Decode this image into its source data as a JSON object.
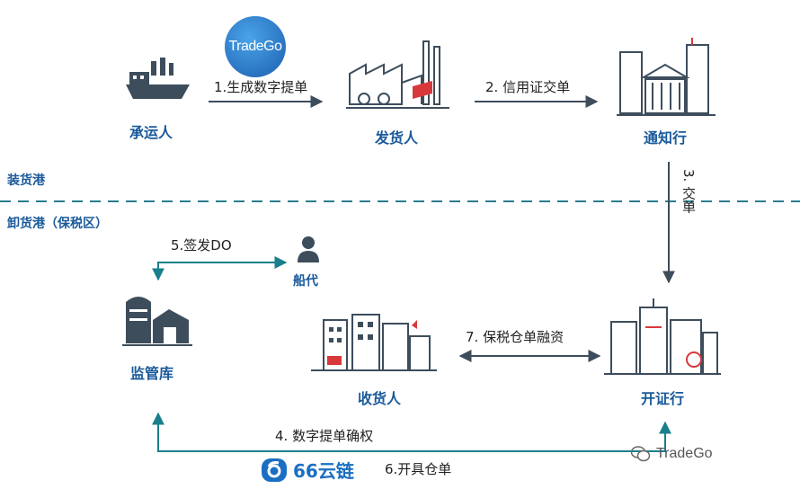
{
  "brand": {
    "tradego_logo_text": "TradeGo",
    "watermark_text": "TradeGo",
    "yun_logo_text": "66云链"
  },
  "ports": {
    "loading": "装货港",
    "unloading": "卸货港（保税区）"
  },
  "nodes": {
    "carrier": "承运人",
    "shipper": "发货人",
    "advising_bank": "通知行",
    "shipping_agent": "船代",
    "bonded_warehouse": "监管库",
    "consignee": "收货人",
    "issuing_bank": "开证行"
  },
  "steps": {
    "s1": "1.生成数字提单",
    "s2": "2. 信用证交单",
    "s3": "3. 交单",
    "s4": "4. 数字提单确权",
    "s5": "5.签发DO",
    "s6": "6.开具仓单",
    "s7": "7. 保税仓单融资"
  },
  "colors": {
    "label_blue": "#1a5a9a",
    "divider_teal": "#2a7d8e",
    "logo_blue": "#1b6fc2",
    "icon_dark": "#3d4d5c",
    "accent_red": "#d9383a"
  }
}
